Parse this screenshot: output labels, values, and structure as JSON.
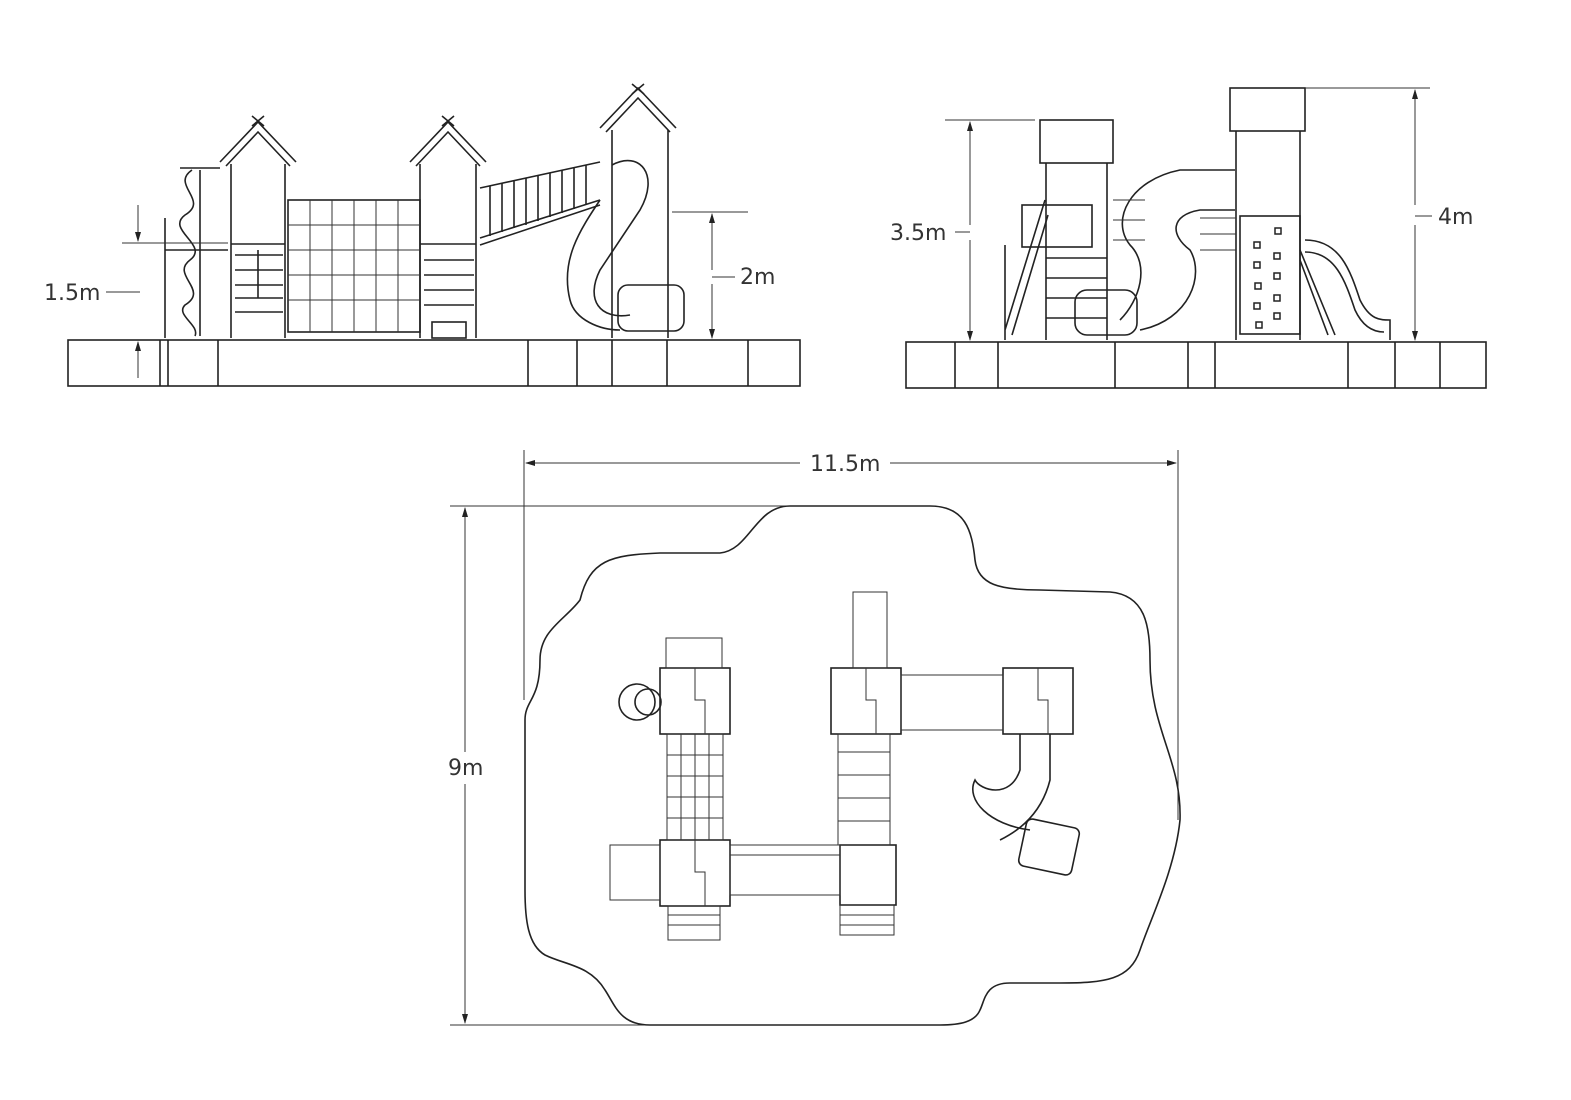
{
  "title": "Playground structure dimension drawing",
  "views": {
    "front_elevation": {
      "platform_height_label": "1.5m",
      "tower_height_label": "2m"
    },
    "side_elevation": {
      "left_tower_height_label": "3.5m",
      "right_tower_height_label": "4m"
    },
    "plan_view": {
      "width_label": "11.5m",
      "depth_label": "9m"
    }
  },
  "colors": {
    "line": "#222222",
    "background": "#ffffff"
  }
}
